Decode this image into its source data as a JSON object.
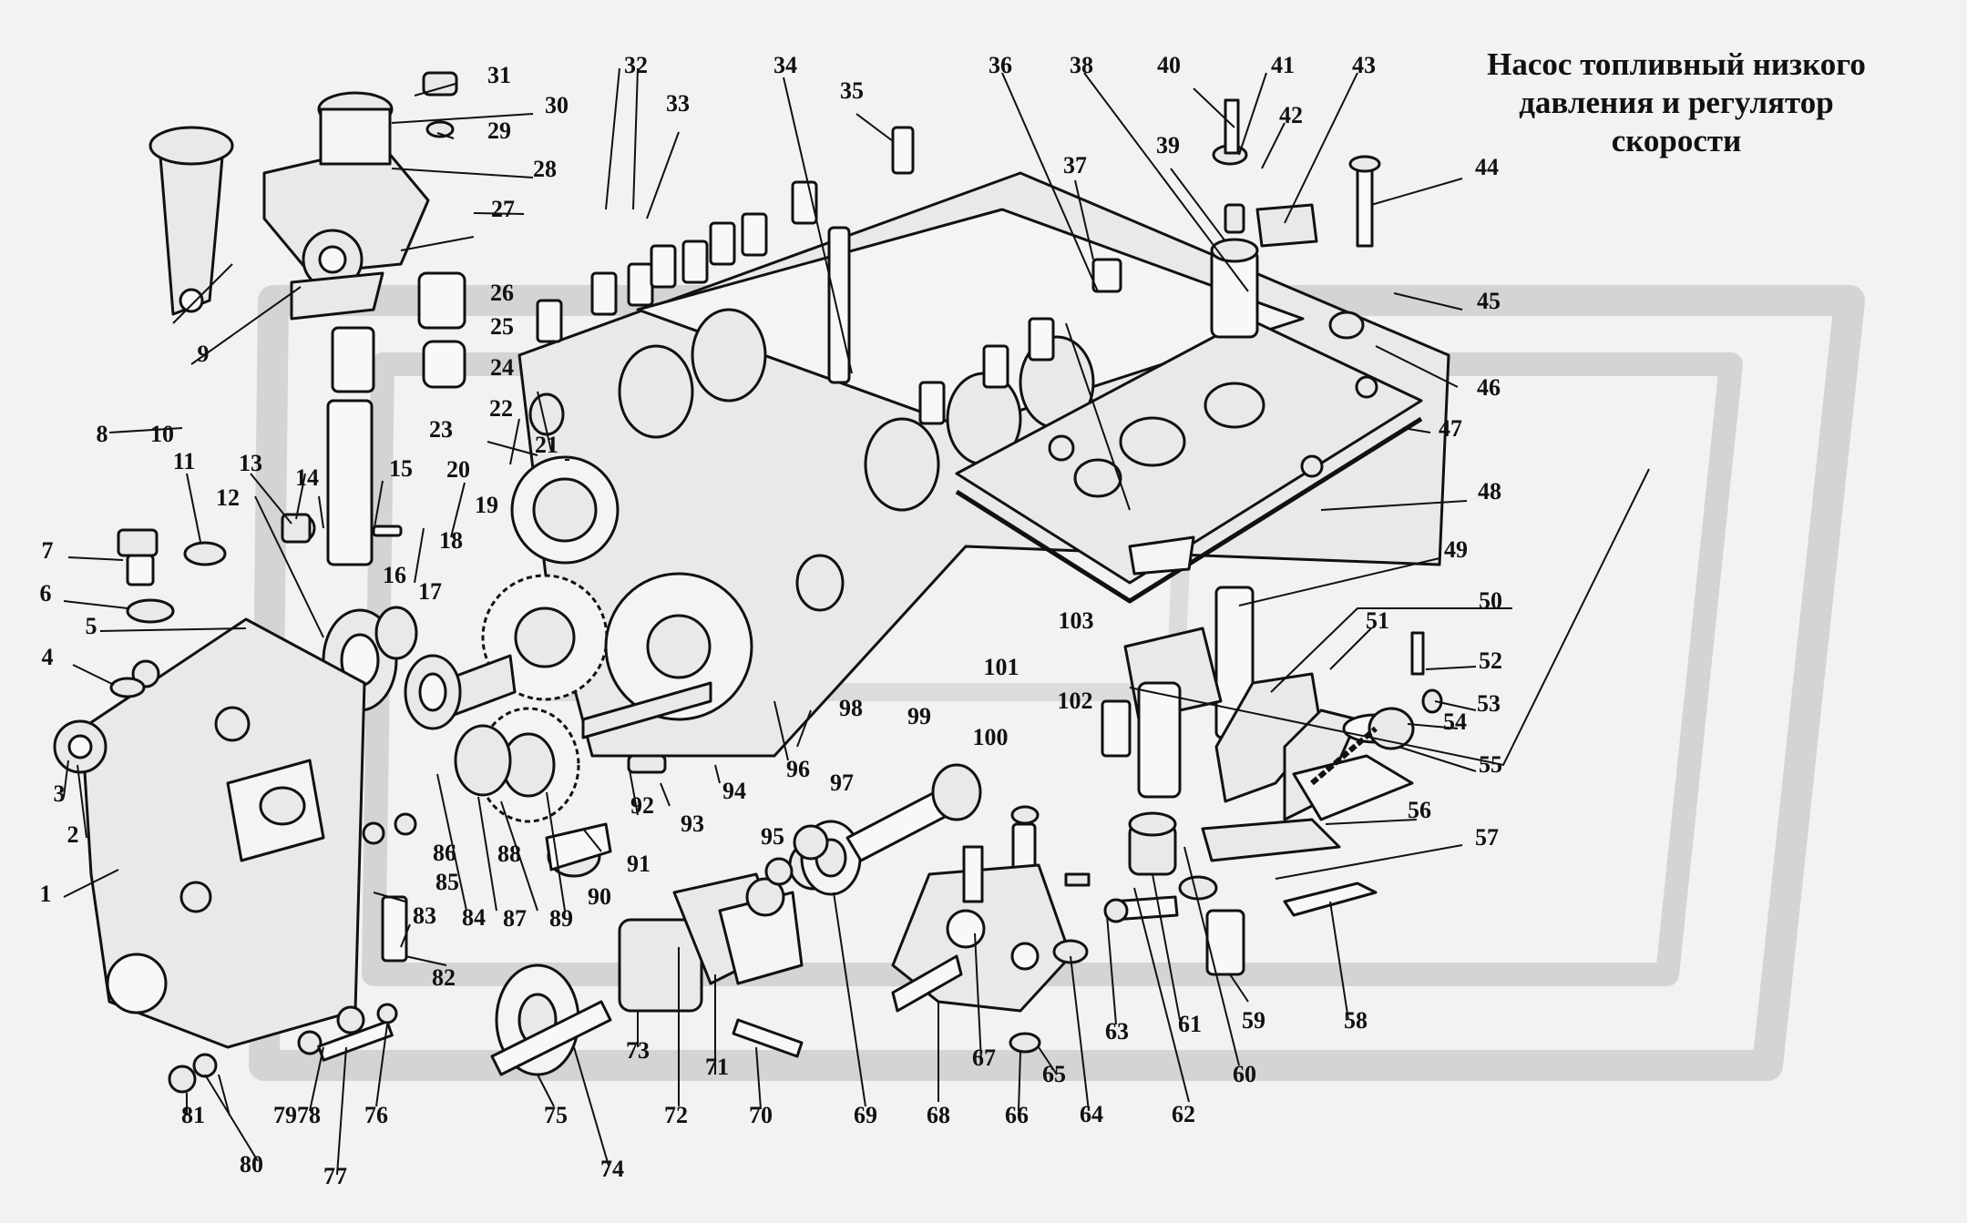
{
  "title": {
    "line1": "Насос топливный низкого",
    "line2": "давления и регулятор",
    "line3": "скорости"
  },
  "colors": {
    "background": "#f2f2f2",
    "watermark": "#d2d2d2",
    "ink": "#111111",
    "part_fill": "#e9e9e9"
  },
  "callouts": [
    "1",
    "2",
    "3",
    "4",
    "5",
    "6",
    "7",
    "8",
    "9",
    "10",
    "11",
    "12",
    "13",
    "14",
    "15",
    "16",
    "17",
    "18",
    "19",
    "20",
    "21",
    "22",
    "23",
    "24",
    "25",
    "26",
    "27",
    "28",
    "29",
    "30",
    "31",
    "32",
    "33",
    "34",
    "35",
    "36",
    "37",
    "38",
    "39",
    "40",
    "41",
    "42",
    "43",
    "44",
    "45",
    "46",
    "47",
    "48",
    "49",
    "50",
    "51",
    "52",
    "53",
    "54",
    "55",
    "56",
    "57",
    "58",
    "59",
    "60",
    "61",
    "62",
    "63",
    "64",
    "65",
    "66",
    "67",
    "68",
    "69",
    "70",
    "71",
    "72",
    "73",
    "74",
    "75",
    "76",
    "77",
    "78",
    "79",
    "80",
    "81",
    "82",
    "83",
    "84",
    "85",
    "86",
    "87",
    "88",
    "89",
    "90",
    "91",
    "92",
    "93",
    "94",
    "95",
    "96",
    "97",
    "98",
    "99",
    "100",
    "101",
    "102",
    "103"
  ]
}
